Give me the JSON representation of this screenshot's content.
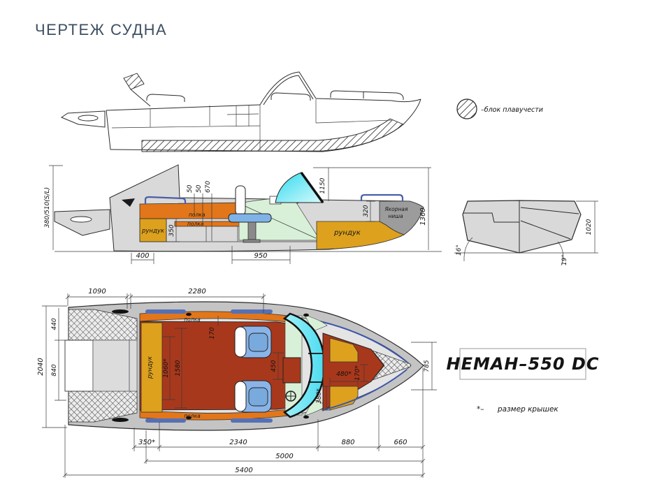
{
  "title": "ЧЕРТЕЖ СУДНА",
  "legend": {
    "buoyancy_label": "–блок плавучести"
  },
  "model": {
    "name": "НЕМАН–550 DC",
    "footnote_marker": "*–",
    "footnote_text": "размер крышек"
  },
  "section_view": {
    "stern_height": "380/510(S/L)",
    "shelf_upper": "полка",
    "shelf_lower": "полка",
    "stern_locker": "рундук",
    "bow_locker": "рундук",
    "anchor_niche_line1": "Якорная",
    "anchor_niche_line2": "ниша",
    "dims": {
      "d50a": "50",
      "d50b": "50",
      "d670": "670",
      "d1150": "1150",
      "d320": "320",
      "d1360": "1360",
      "d350": "350",
      "d400": "400",
      "d950": "950"
    }
  },
  "transom_view": {
    "dims": {
      "deadrise_port": "16°",
      "deadrise_stbd": "19°",
      "height": "1020"
    }
  },
  "plan_view": {
    "shelf_upper": "полка",
    "shelf_lower": "полка",
    "side_locker": "рундук",
    "dims": {
      "d1090": "1090",
      "d2280": "2280",
      "d2040": "2040",
      "d440": "440",
      "d840": "840",
      "d170": "170",
      "d1060": "1060*",
      "d1580": "1580",
      "d450": "450",
      "d480": "480*",
      "d170s": "170*",
      "d380s": "380*",
      "d785": "785",
      "d350s": "350*",
      "d2340": "2340",
      "d880": "880",
      "d660": "660",
      "d5000": "5000",
      "d5400": "5400"
    }
  },
  "colors": {
    "title": "#3d4f63",
    "hull_gray": "#d9d9d9",
    "dark_gray": "#9c9c9c",
    "orange": "#e2761b",
    "yellow": "#dda11d",
    "dark_red": "#a8381c",
    "seat_blue": "#8ab4e8",
    "rail_blue": "#4a5fa8",
    "windshield_cyan": "#55dff2",
    "mint": "#d9f0d8"
  }
}
